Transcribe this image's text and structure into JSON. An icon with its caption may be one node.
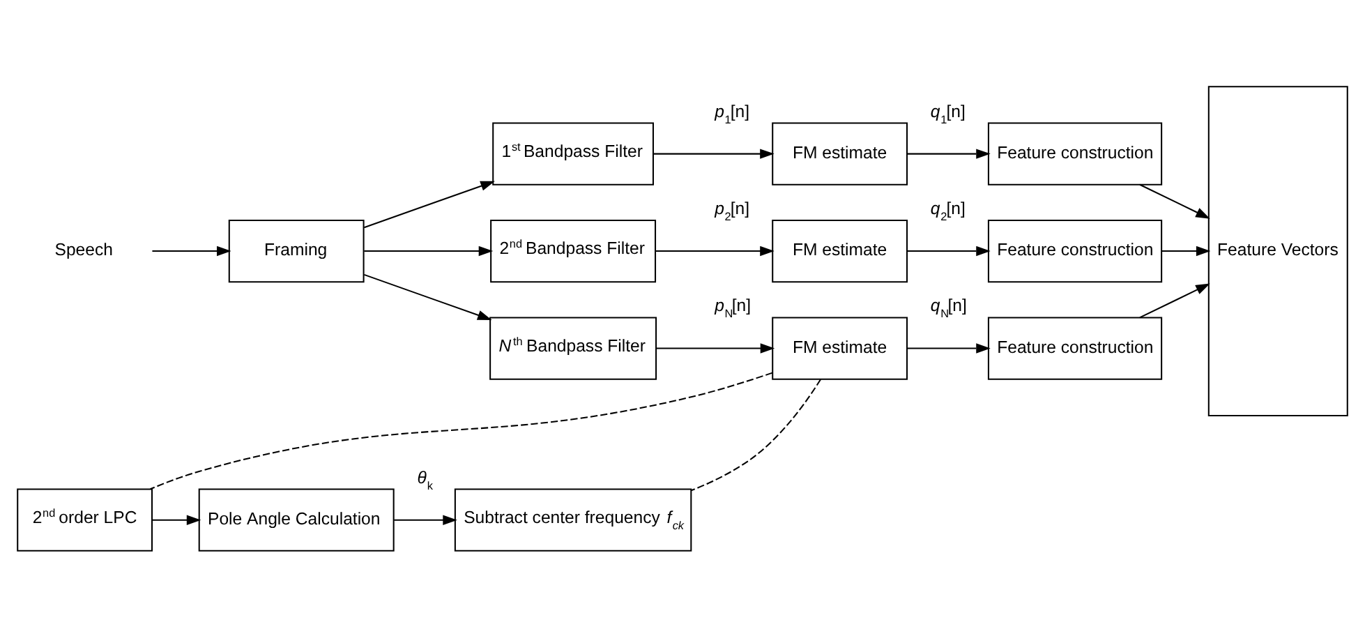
{
  "diagram": {
    "nodes": [
      {
        "text": [
          "Speech"
        ]
      },
      {
        "text": [
          "Framing"
        ]
      },
      {
        "text": [
          "1$^{st}$ Bandpass Filter"
        ]
      },
      {
        "text": [
          "FM estimate"
        ]
      },
      {
        "text": [
          "Feature construction"
        ]
      },
      {
        "text": [
          "2$^{nd}$ Bandpass Filter"
        ]
      },
      {
        "text": [
          "FM estimate"
        ]
      },
      {
        "text": [
          "Feature construction"
        ]
      },
      {
        "text": [
          "*N*$^{th}$ Bandpass Filter"
        ]
      },
      {
        "text": [
          "FM estimate"
        ]
      },
      {
        "text": [
          "Feature construction"
        ]
      },
      {
        "text": [
          "Feature Vectors"
        ]
      },
      {
        "text": [
          "2$^{nd}$ order LPC"
        ]
      },
      {
        "text": [
          "Pole Angle Calculation"
        ]
      },
      {
        "text": [
          "Subtract center frequency *f$_{ck}$*"
        ]
      }
    ],
    "edges": [
      {
        "from": 0,
        "to": 1,
        "arrow": "to"
      },
      {
        "from": 1,
        "to": 2,
        "arrow": "to"
      },
      {
        "from": 1,
        "to": 5,
        "arrow": "to"
      },
      {
        "from": 1,
        "to": 8,
        "arrow": "to"
      },
      {
        "from": 2,
        "to": 3,
        "arrow": "to",
        "label": "*p*$_{1}$[n]"
      },
      {
        "from": 5,
        "to": 6,
        "arrow": "to",
        "label": "*p*$_{2}$[n]"
      },
      {
        "from": 8,
        "to": 9,
        "arrow": "to",
        "label": "*p*$_{N}$[n]"
      },
      {
        "from": 3,
        "to": 4,
        "arrow": "to",
        "label": "*q*$_{1}$[n]"
      },
      {
        "from": 6,
        "to": 7,
        "arrow": "to",
        "label": "*q*$_{2}$[n]"
      },
      {
        "from": 9,
        "to": 10,
        "arrow": "to",
        "label": "*q*$_{N}$[n]"
      },
      {
        "from": 4,
        "to": 11,
        "arrow": "to"
      },
      {
        "from": 7,
        "to": 11,
        "arrow": "to"
      },
      {
        "from": 10,
        "to": 11,
        "arrow": "to"
      },
      {
        "from": 9,
        "to": 12,
        "arrow": "none",
        "style": "dashed"
      },
      {
        "from": 9,
        "to": 14,
        "arrow": "none",
        "style": "dashed"
      },
      {
        "from": 12,
        "to": 13,
        "arrow": "to"
      },
      {
        "from": 13,
        "to": 14,
        "arrow": "to",
        "label": "*θ*$_{k}$"
      }
    ]
  }
}
